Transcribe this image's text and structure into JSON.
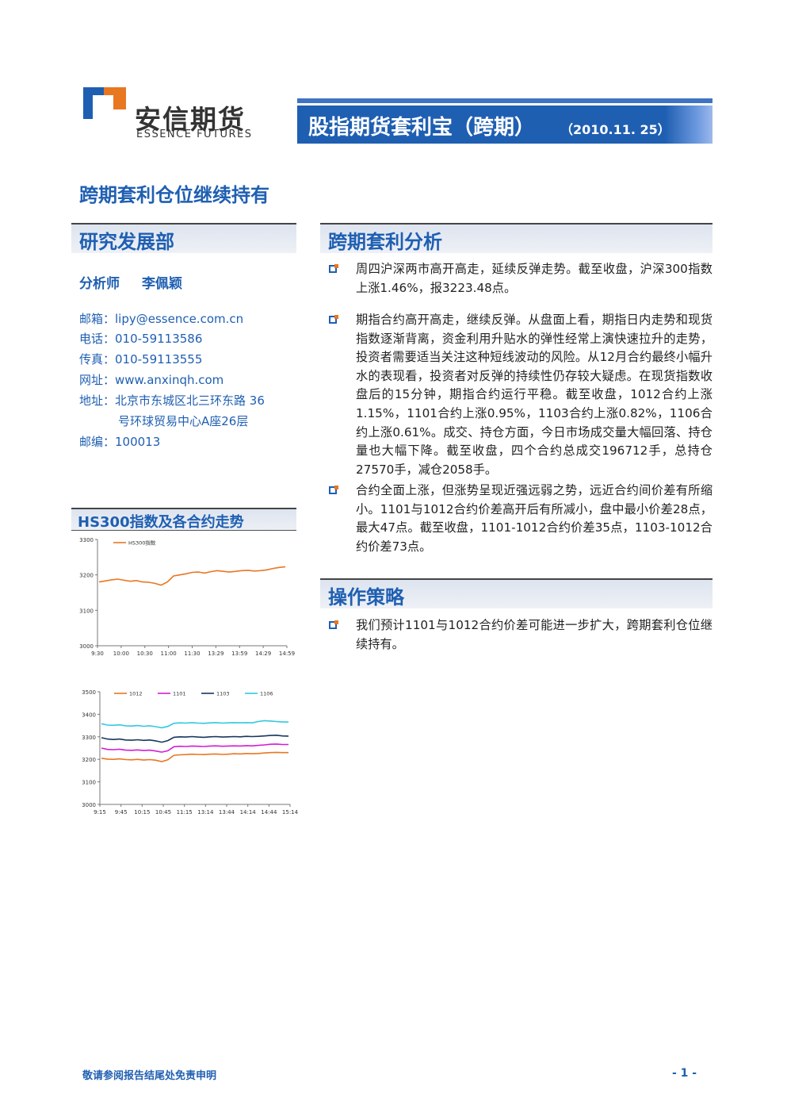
{
  "header": {
    "logo_cn": "安信期货",
    "logo_en": "ESSENCE FUTURES",
    "banner_title": "股指期货套利宝（跨期）",
    "banner_date": "（2010.11. 25）"
  },
  "main_title": "跨期套利仓位继续持有",
  "left": {
    "section_title": "研究发展部",
    "analyst_label": "分析师",
    "analyst_name": "李佩颖",
    "contacts": [
      "邮箱：lipy@essence.com.cn",
      "电话：010-59113586",
      "传真：010-59113555",
      "网址：www.anxinqh.com",
      "地址：北京市东城区北三环东路 36",
      "号环球贸易中心A座26层",
      "邮编：100013"
    ],
    "chart_section_title": "HS300指数及各合约走势"
  },
  "right": {
    "analysis_title": "跨期套利分析",
    "analysis_paragraphs": [
      "周四沪深两市高开高走，延续反弹走势。截至收盘，沪深300指数上涨1.46%，报3223.48点。",
      "期指合约高开高走，继续反弹。从盘面上看，期指日内走势和现货指数逐渐背离，资金利用升贴水的弹性经常上演快速拉升的走势，投资者需要适当关注这种短线波动的风险。从12月合约最终小幅升水的表现看，投资者对反弹的持续性仍存较大疑虑。在现货指数收盘后的15分钟，期指合约运行平稳。截至收盘，1012合约上涨1.15%，1101合约上涨0.95%，1103合约上涨0.82%，1106合约上涨0.61%。成交、持仓方面，今日市场成交量大幅回落、持仓量也大幅下降。截至收盘，四个合约总成交196712手，总持仓27570手，减仓2058手。",
      "合约全面上涨，但涨势呈现近强远弱之势，远近合约间价差有所缩小。1101与1012合约价差高开后有所减小，盘中最小价差28点，最大47点。截至收盘，1101-1012合约价差35点，1103-1012合约价差73点。"
    ],
    "strategy_title": "操作策略",
    "strategy_paragraphs": [
      "我们预计1101与1012合约价差可能进一步扩大，跨期套利仓位继续持有。"
    ]
  },
  "footer": {
    "disclaimer": "敬请参阅报告结尾处免责申明",
    "page": "- 1 -"
  },
  "colors": {
    "brand_blue": "#1f5fb2",
    "hs300": "#e87722",
    "c1012": "#e87722",
    "c1101": "#d61bd6",
    "c1103": "#17375e",
    "c1106": "#33c8e0"
  },
  "chart_data": [
    {
      "type": "line",
      "x_ticks": [
        "9:30",
        "10:00",
        "10:30",
        "11:00",
        "11:30",
        "13:29",
        "13:59",
        "14:29",
        "14:59"
      ],
      "ylim": [
        3000,
        3300
      ],
      "y_ticks": [
        "3000",
        "3100",
        "3200",
        "3300"
      ],
      "legend": "top-left",
      "series": [
        {
          "name": "HS300指数",
          "values": [
            3180,
            3183,
            3186,
            3188,
            3185,
            3182,
            3184,
            3180,
            3179,
            3176,
            3171,
            3180,
            3197,
            3200,
            3203,
            3207,
            3208,
            3205,
            3209,
            3212,
            3210,
            3208,
            3210,
            3212,
            3213,
            3211,
            3212,
            3214,
            3218,
            3221,
            3223
          ]
        }
      ]
    },
    {
      "type": "line",
      "x_ticks": [
        "9:15",
        "9:45",
        "10:15",
        "10:45",
        "11:15",
        "13:14",
        "13:44",
        "14:14",
        "14:44",
        "15:14"
      ],
      "ylim": [
        3000,
        3500
      ],
      "y_ticks": [
        "3000",
        "3100",
        "3200",
        "3300",
        "3400",
        "3500"
      ],
      "legend": "top",
      "series": [
        {
          "name": "1012",
          "values": [
            3205,
            3201,
            3200,
            3202,
            3199,
            3198,
            3200,
            3197,
            3199,
            3196,
            3190,
            3198,
            3218,
            3220,
            3221,
            3223,
            3222,
            3221,
            3223,
            3224,
            3222,
            3223,
            3225,
            3224,
            3226,
            3225,
            3226,
            3228,
            3230,
            3231,
            3230,
            3230
          ]
        },
        {
          "name": "1101",
          "values": [
            3250,
            3244,
            3243,
            3245,
            3241,
            3240,
            3242,
            3239,
            3241,
            3237,
            3232,
            3238,
            3256,
            3258,
            3257,
            3259,
            3258,
            3257,
            3259,
            3260,
            3258,
            3259,
            3260,
            3259,
            3261,
            3260,
            3262,
            3264,
            3267,
            3268,
            3266,
            3266
          ]
        },
        {
          "name": "1103",
          "values": [
            3296,
            3290,
            3288,
            3290,
            3286,
            3285,
            3287,
            3284,
            3286,
            3282,
            3276,
            3283,
            3298,
            3300,
            3299,
            3301,
            3299,
            3298,
            3300,
            3301,
            3299,
            3300,
            3301,
            3300,
            3302,
            3301,
            3302,
            3304,
            3306,
            3307,
            3304,
            3303
          ]
        },
        {
          "name": "1106",
          "values": [
            3358,
            3352,
            3351,
            3353,
            3349,
            3348,
            3350,
            3347,
            3349,
            3345,
            3340,
            3346,
            3360,
            3362,
            3361,
            3363,
            3361,
            3360,
            3362,
            3363,
            3361,
            3362,
            3363,
            3362,
            3363,
            3362,
            3368,
            3372,
            3370,
            3368,
            3366,
            3366
          ]
        }
      ]
    }
  ]
}
